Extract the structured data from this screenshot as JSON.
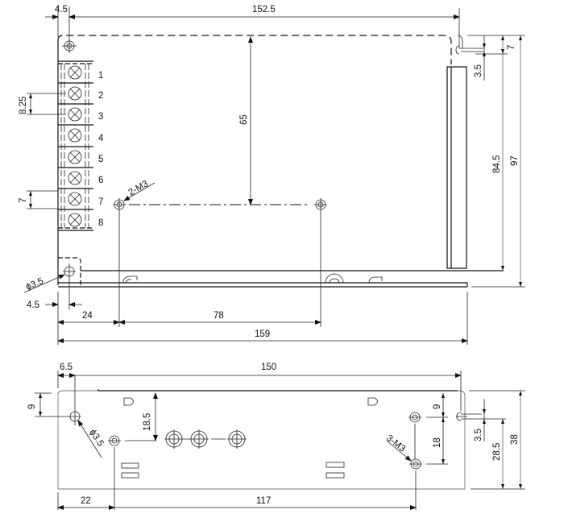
{
  "top_view": {
    "dimensions": {
      "offset_left_top": "4.5",
      "overall_hole_span": "152.5",
      "terminal_pitch": "8.25",
      "mount_hole_depth": "65",
      "right_hole_from_top": "7",
      "right_slot_width": "3.5",
      "inner_height": "84.5",
      "overall_height": "97",
      "terminal_width": "7",
      "hole_diameter": "ϕ3.5",
      "offset_left_bottom": "4.5",
      "first_hole_offset": "24",
      "hole_spacing": "78",
      "overall_length": "159"
    },
    "callouts": {
      "screw_holes": "2-M3"
    },
    "terminals": [
      "1",
      "2",
      "3",
      "4",
      "5",
      "6",
      "7",
      "8"
    ]
  },
  "side_view": {
    "dimensions": {
      "hole_offset_left": "6.5",
      "overall_hole_span": "150",
      "hole_from_top_left": "9",
      "hole_diameter": "ϕ3.5",
      "screw_depth": "18.5",
      "right_hole_from_top": "9",
      "right_hole_spacing": "18",
      "slot_width": "3.5",
      "slot_height": "28.5",
      "overall_height": "38",
      "first_hole_offset": "22",
      "hole_spacing": "117"
    },
    "callouts": {
      "screw_holes": "3-M3"
    }
  }
}
